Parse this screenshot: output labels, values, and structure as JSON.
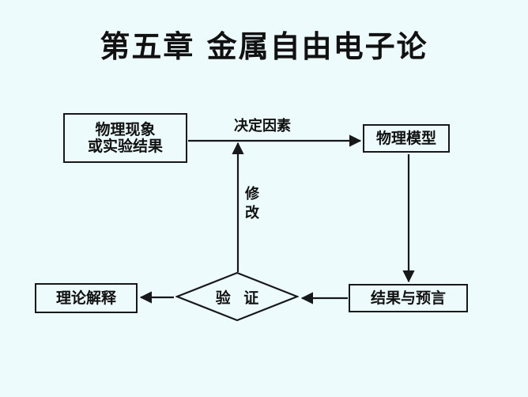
{
  "slide": {
    "background_color": "#eefbfc",
    "title": "第五章 金属自由电子论"
  },
  "diagram": {
    "type": "flowchart",
    "ink_color": "#17181a",
    "nodes": [
      {
        "id": "phenomenon",
        "shape": "rectangle",
        "line1": "物理现象",
        "line2": "或实验结果"
      },
      {
        "id": "model",
        "shape": "rectangle",
        "label": "物理模型"
      },
      {
        "id": "results",
        "shape": "rectangle",
        "label": "结果与预言"
      },
      {
        "id": "verify",
        "shape": "diamond",
        "label": "验 证"
      },
      {
        "id": "theory",
        "shape": "rectangle",
        "label": "理论解释"
      }
    ],
    "edges": [
      {
        "id": "phenomenon-to-model",
        "from": "phenomenon",
        "to": "model",
        "label": "决定因素",
        "direction": "right"
      },
      {
        "id": "model-to-results",
        "from": "model",
        "to": "results",
        "label": "",
        "direction": "down"
      },
      {
        "id": "results-to-verify",
        "from": "results",
        "to": "verify",
        "label": "",
        "direction": "left"
      },
      {
        "id": "verify-to-theory",
        "from": "verify",
        "to": "theory",
        "label": "",
        "direction": "left"
      },
      {
        "id": "verify-to-phenomenon-arrow",
        "from": "verify",
        "to": "phenomenon-to-model",
        "label_line1": "修",
        "label_line2": "改",
        "direction": "up"
      }
    ]
  }
}
